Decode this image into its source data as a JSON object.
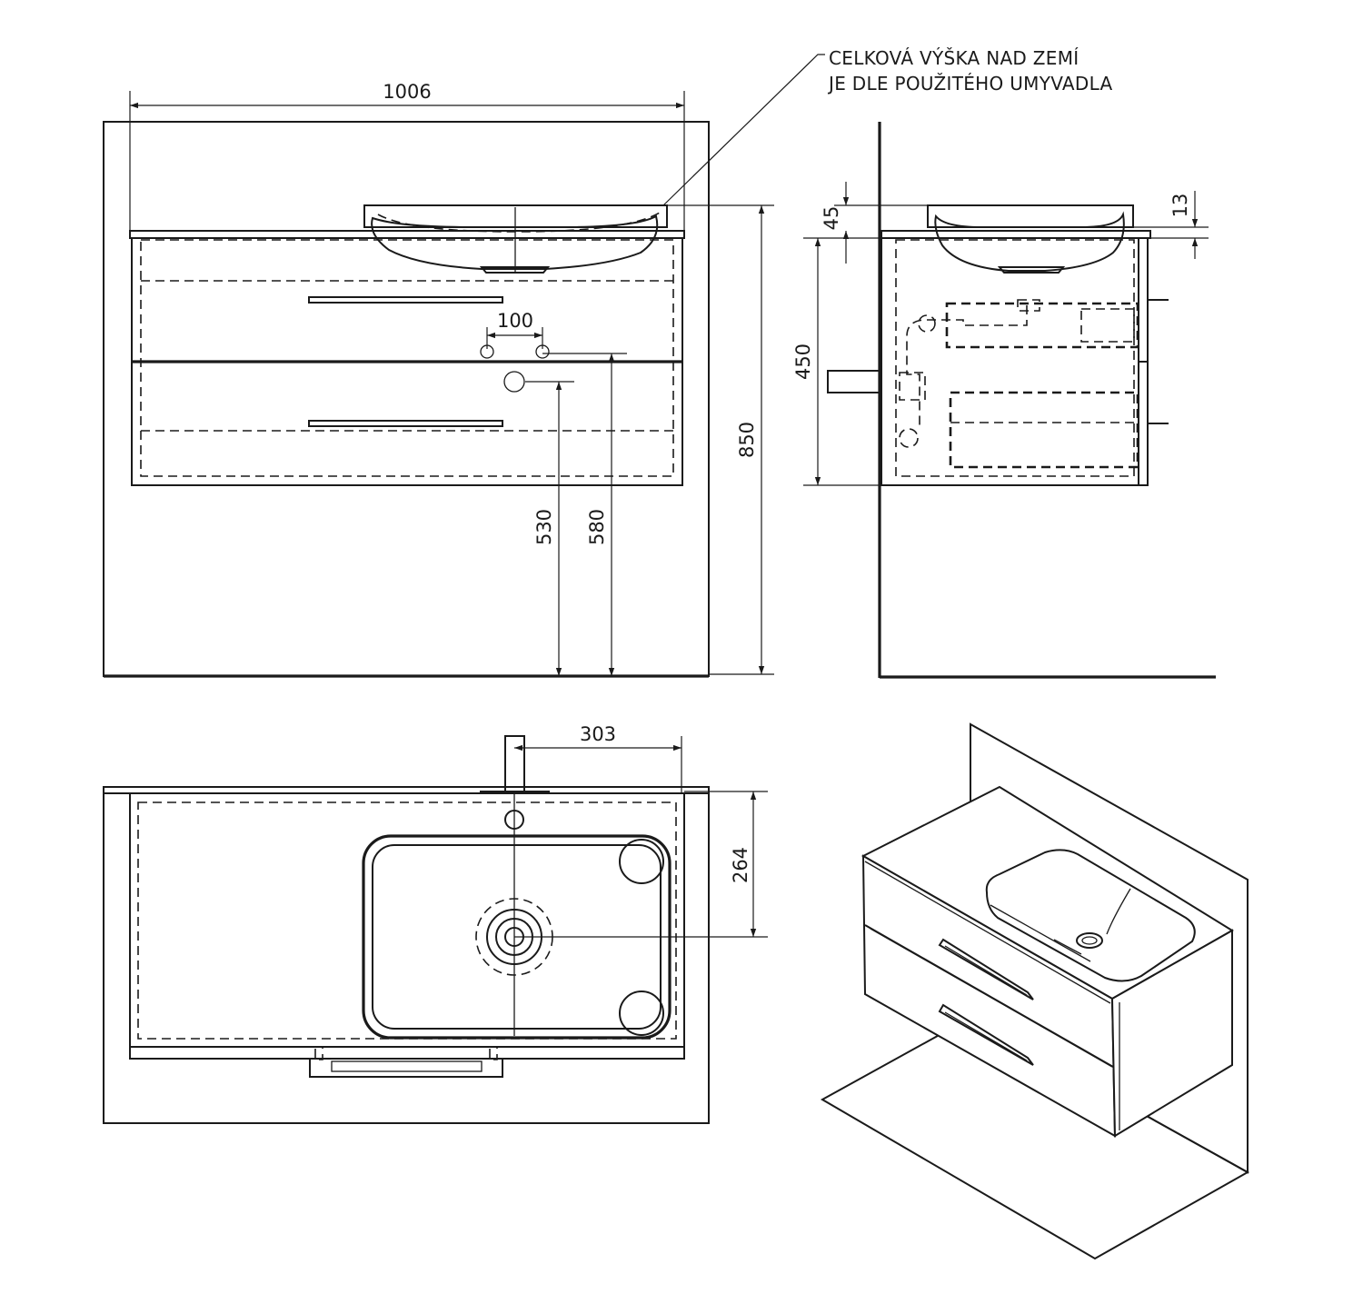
{
  "note": {
    "line1": "CELKOVÁ VÝŠKA NAD ZEMÍ",
    "line2": "JE DLE POUŽITÉHO UMYVADLA"
  },
  "dimensions": {
    "overall_width": "1006",
    "tap_spacing": "100",
    "outlet_height_530": "530",
    "outlet_height_580": "580",
    "total_height": "850",
    "side_top_45": "45",
    "side_thickness_13": "13",
    "cabinet_height_450": "450",
    "plan_offset_303": "303",
    "plan_depth_264": "264"
  }
}
